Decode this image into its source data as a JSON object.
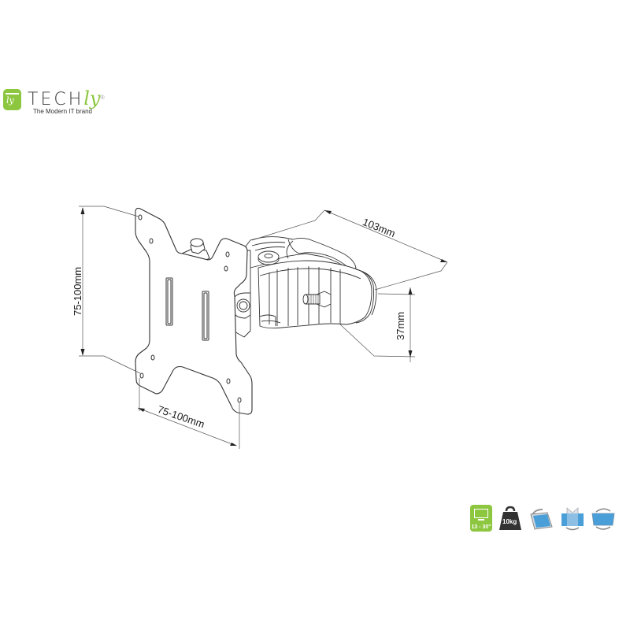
{
  "brand": {
    "badge_text": "ly",
    "name_main": "TECH",
    "name_accent": "ly",
    "registered": "®",
    "tagline": "The Modern IT brand",
    "accent_color": "#8dc63f"
  },
  "drawing": {
    "subject": "monitor wall/desk mount bracket with VESA plate",
    "dimensions": {
      "vesa_height": "75-100mm",
      "vesa_width": "75-100mm",
      "clamp_length": "103mm",
      "clamp_height": "37mm"
    },
    "line_color": "#333333"
  },
  "feature_icons": [
    {
      "name": "screen-size",
      "label": "13 - 30\"",
      "color": "#8dc63f"
    },
    {
      "name": "max-weight",
      "label": "10kg",
      "color": "#333333"
    },
    {
      "name": "tilt",
      "label": "",
      "color": "#4a9fd8"
    },
    {
      "name": "swivel",
      "label": "",
      "color": "#4a9fd8"
    },
    {
      "name": "rotate",
      "label": "",
      "color": "#4a9fd8"
    }
  ]
}
